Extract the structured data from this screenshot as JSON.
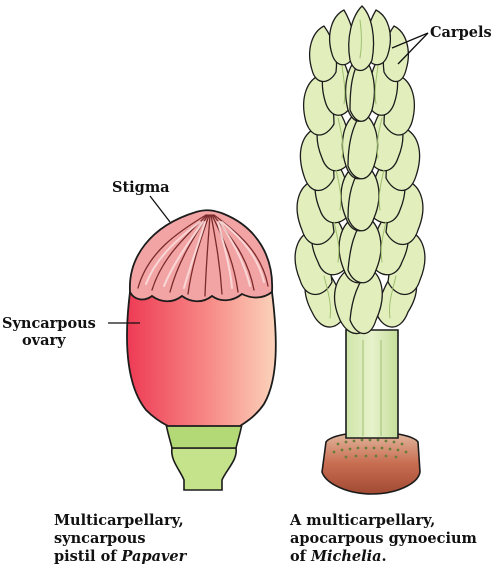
{
  "labels": {
    "stigma": "Stigma",
    "carpels": "Carpels",
    "syncarpous_ovary_line1": "Syncarpous",
    "syncarpous_ovary_line2": "ovary"
  },
  "captions": {
    "papaver": {
      "line1": "Multicarpellary,",
      "line2": "syncarpous",
      "line3_prefix": "pistil of ",
      "line3_genus": "Papaver"
    },
    "michelia": {
      "line1": "A multicarpellary,",
      "line2": "apocarpous gynoecium",
      "line3_prefix": "of ",
      "line3_genus": "Michelia",
      "line3_suffix": "."
    }
  },
  "colors": {
    "ovary_red": "#ee3b55",
    "ovary_peach": "#fbd3bb",
    "stigma_pink": "#f2a4a4",
    "stalk_green": "#c4e38a",
    "carpel_green": "#e2efbd",
    "receptacle_brown": "#c86e52"
  }
}
